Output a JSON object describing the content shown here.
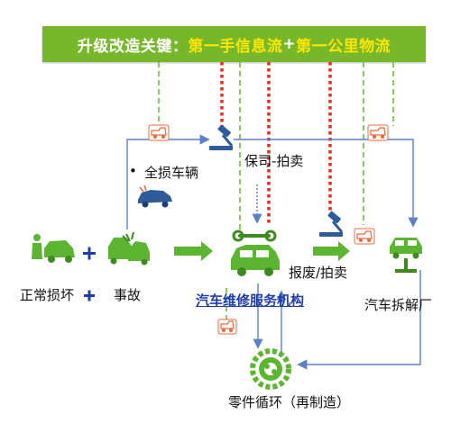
{
  "banner": {
    "prefix": "升级改造关键：",
    "highlight1": "第一手信息流",
    "plus": "+",
    "highlight2": "第一公里物流"
  },
  "nodes": {
    "normal_damage": "正常损坏",
    "accident": "事故",
    "total_loss": "全损车辆",
    "insurer_auction": "保司-拍卖",
    "scrap_auction": "报废/拍卖",
    "repair_org": "汽车维修服务机构",
    "dismantler": "汽车拆解厂",
    "parts_cycle": "零件循环（再制造）"
  },
  "bullet": "•",
  "colors": {
    "banner": "#76b82a",
    "highlight": "#ffe600",
    "info_flow": "#e8291c",
    "logistics": "#6abd45",
    "connector": "#5b80c8",
    "icon_blue": "#2e5b9a",
    "icon_green": "#5cb531",
    "truck": "#e86a3b"
  }
}
